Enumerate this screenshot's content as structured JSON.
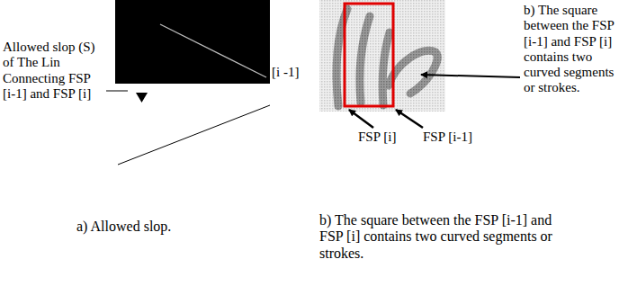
{
  "diagram": {
    "labels": [
      "Allowed slop (S) of The Lin Connecting FSP [i-1] and FSP [i]",
      "[i -1]",
      "b) The square between the FSP [i-1] and FSP [i] contains two curved segments or strokes.",
      "FSP [i]",
      "FSP [i-1]",
      "a) Allowed slop.",
      "b) The square between the FSP [i-1] and FSP [i] contains two curved segments or strokes."
    ]
  }
}
